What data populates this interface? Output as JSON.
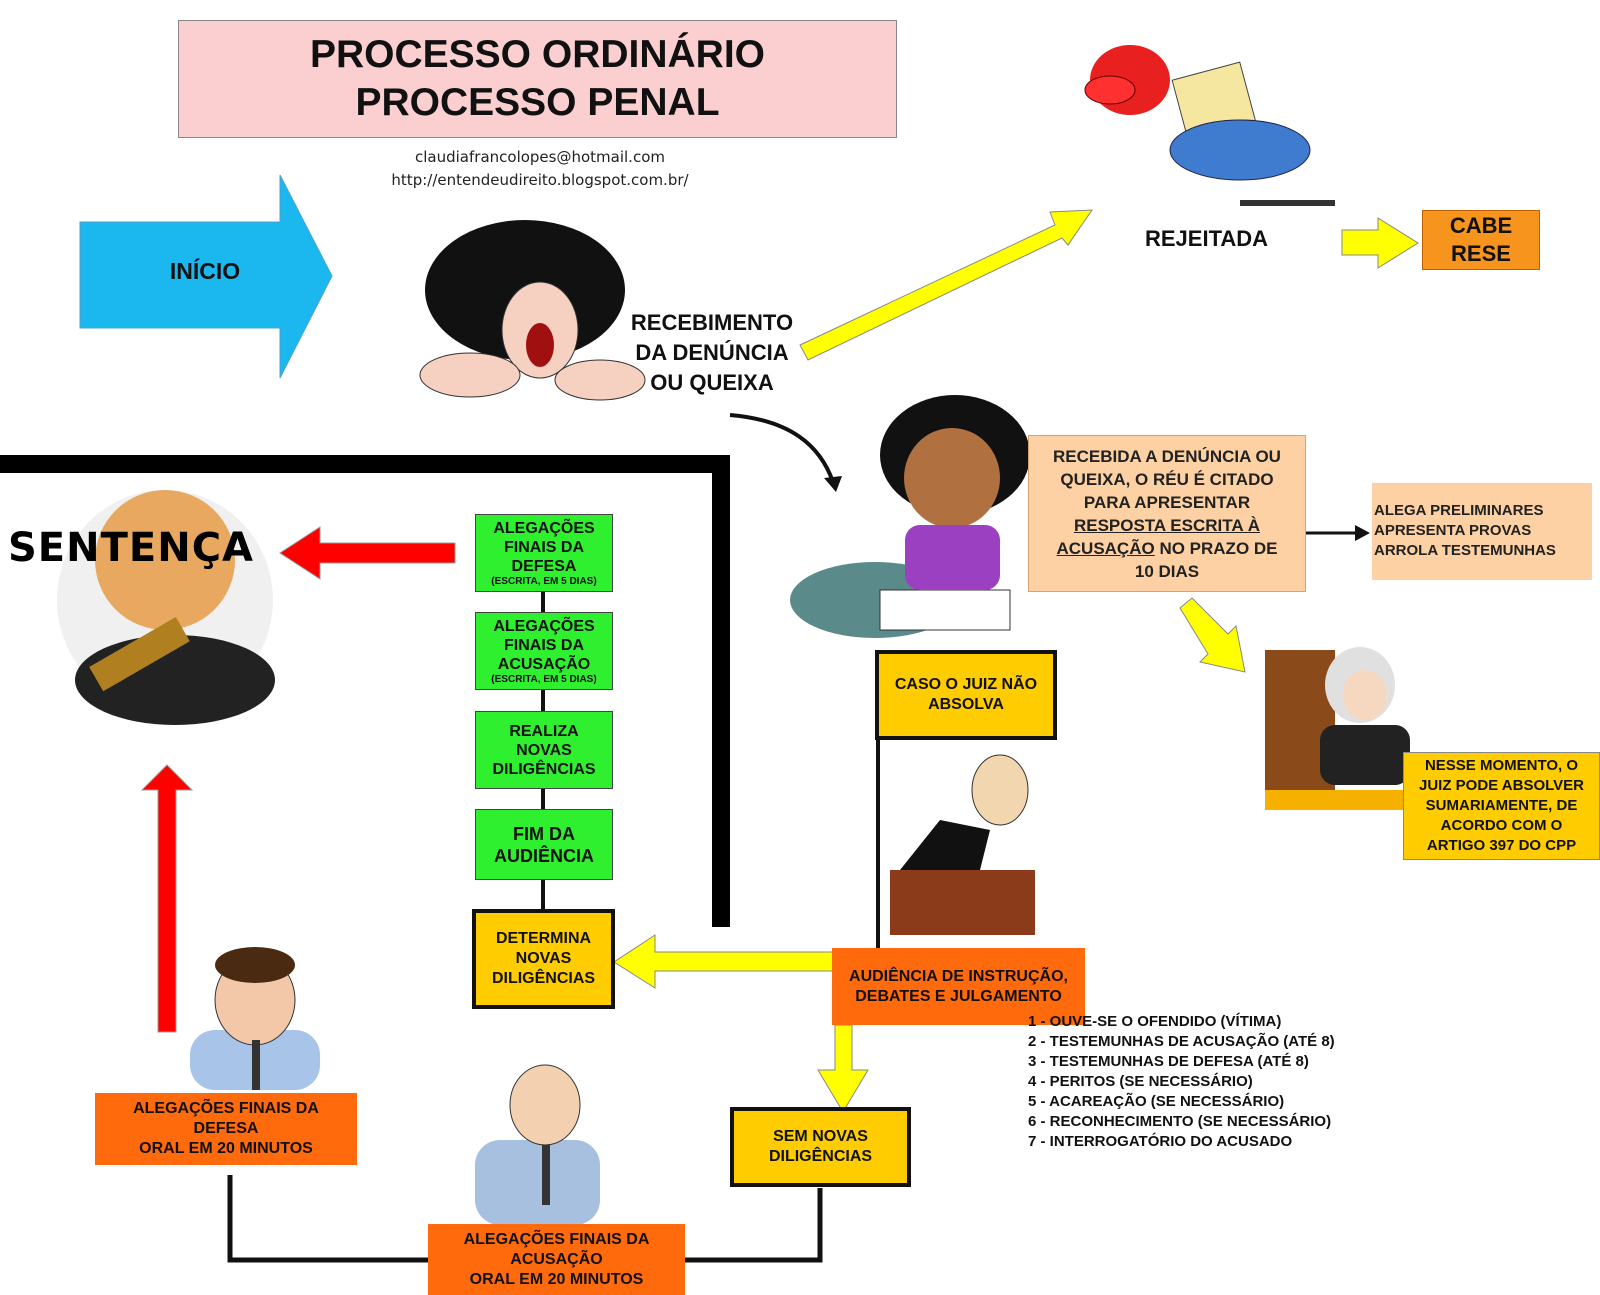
{
  "title": {
    "line1": "PROCESSO ORDINÁRIO",
    "line2": "PROCESSO PENAL"
  },
  "contact": {
    "email": "claudiafrancolopes@hotmail.com",
    "url": "http://entendeudireito.blogspot.com.br/"
  },
  "inicio": "INÍCIO",
  "recebimento": {
    "line1": "RECEBIMENTO",
    "line2": "DA DENÚNCIA",
    "line3": "OU QUEIXA"
  },
  "rejeitada": "REJEITADA",
  "cabe_rese": {
    "line1": "CABE",
    "line2": "RESE"
  },
  "recebida": {
    "line1": "RECEBIDA A DENÚNCIA OU",
    "line2": "QUEIXA, O RÉU É CITADO",
    "line3": "PARA APRESENTAR",
    "underlined1": "RESPOSTA ESCRITA À",
    "underlined2": "ACUSAÇÃO",
    "line5_rest": " NO PRAZO DE",
    "line6": "10 DIAS"
  },
  "alega": {
    "line1": "ALEGA PRELIMINARES",
    "line2": "APRESENTA PROVAS",
    "line3": "ARROLA TESTEMUNHAS"
  },
  "absolver": {
    "line1": "NESSE MOMENTO, O",
    "line2": "JUIZ PODE ABSOLVER",
    "line3": "SUMARIAMENTE, DE",
    "line4": "ACORDO COM O",
    "line5": "ARTIGO 397 DO CPP"
  },
  "caso_juiz": {
    "line1": "CASO O JUIZ NÃO",
    "line2": "ABSOLVA"
  },
  "audiencia": {
    "line1": "AUDIÊNCIA DE INSTRUÇÃO,",
    "line2": "DEBATES E JULGAMENTO"
  },
  "steps": [
    "1 - OUVE-SE O OFENDIDO (VÍTIMA)",
    "2 - TESTEMUNHAS DE ACUSAÇÃO (ATÉ 8)",
    "3 - TESTEMUNHAS DE DEFESA (ATÉ 8)",
    "4 - PERITOS (SE NECESSÁRIO)",
    "5 - ACAREAÇÃO (SE NECESSÁRIO)",
    "6 - RECONHECIMENTO (SE NECESSÁRIO)",
    "7 - INTERROGATÓRIO DO ACUSADO"
  ],
  "sem_novas": {
    "line1": "SEM NOVAS",
    "line2": "DILIGÊNCIAS"
  },
  "determina": {
    "line1": "DETERMINA",
    "line2": "NOVAS",
    "line3": "DILIGÊNCIAS"
  },
  "green_boxes": [
    {
      "line1": "ALEGAÇÕES",
      "line2": "FINAIS DA",
      "line3": "DEFESA",
      "note": "(ESCRITA, EM 5 DIAS)"
    },
    {
      "line1": "ALEGAÇÕES",
      "line2": "FINAIS DA",
      "line3": "ACUSAÇÃO",
      "note": "(ESCRITA, EM 5 DIAS)"
    },
    {
      "line1": "REALIZA",
      "line2": "NOVAS",
      "line3": "DILIGÊNCIAS"
    },
    {
      "line1": "FIM DA",
      "line2": "AUDIÊNCIA"
    }
  ],
  "orais_acusacao": {
    "line1": "ALEGAÇÕES FINAIS DA",
    "line2": "ACUSAÇÃO",
    "line3": "ORAL EM 20 MINUTOS"
  },
  "orais_defesa": {
    "line1": "ALEGAÇÕES FINAIS DA",
    "line2": "DEFESA",
    "line3": "ORAL EM 20 MINUTOS"
  },
  "sentenca": "SENTENÇA",
  "colors": {
    "inicio": "#1ab8ef",
    "title_bg": "#fbcfcf",
    "green": "#2ef02e",
    "yellow": "#ffcc00",
    "orange": "#ff6a0d",
    "peach": "#fdd1a3",
    "red_arrow": "#ff0000",
    "yellow_arrow": "#ffff00"
  }
}
